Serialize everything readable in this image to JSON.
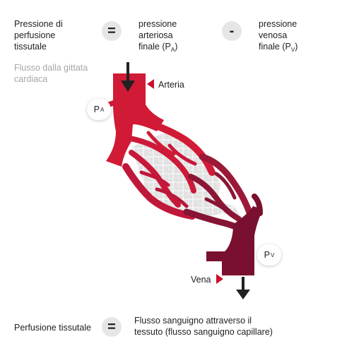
{
  "equation_top": {
    "term": "Pressione di\nperfusione\ntissutale",
    "equals": "=",
    "arterial": {
      "text": "pressione\narteriosa\nfinale (P",
      "sub": "A",
      "close": ")"
    },
    "minus": "-",
    "venous": {
      "text": "pressione\nvenosa\nfinale (P",
      "sub": "V",
      "close": ")"
    }
  },
  "flow_caption": "Flusso dalla gittata\ncardiaca",
  "labels": {
    "artery": "Arteria",
    "vein": "Vena",
    "pa_main": "P",
    "pa_sub": "A",
    "pv_main": "P",
    "pv_sub": "V"
  },
  "equation_bottom": {
    "term": "Perfusione tissutale",
    "equals": "=",
    "definition": "Flusso sanguigno attraverso il\ntessuto (flusso sanguigno capillare)"
  },
  "colors": {
    "artery": "#d11a35",
    "artery_dark": "#b0152c",
    "vein": "#7a1030",
    "vein_mid": "#9a1838",
    "tissue": "#e2e2e2",
    "tissue_line": "#ffffff",
    "arrow": "#222222",
    "pointer": "#c8102e",
    "operator_bg": "#e6e6e6"
  }
}
